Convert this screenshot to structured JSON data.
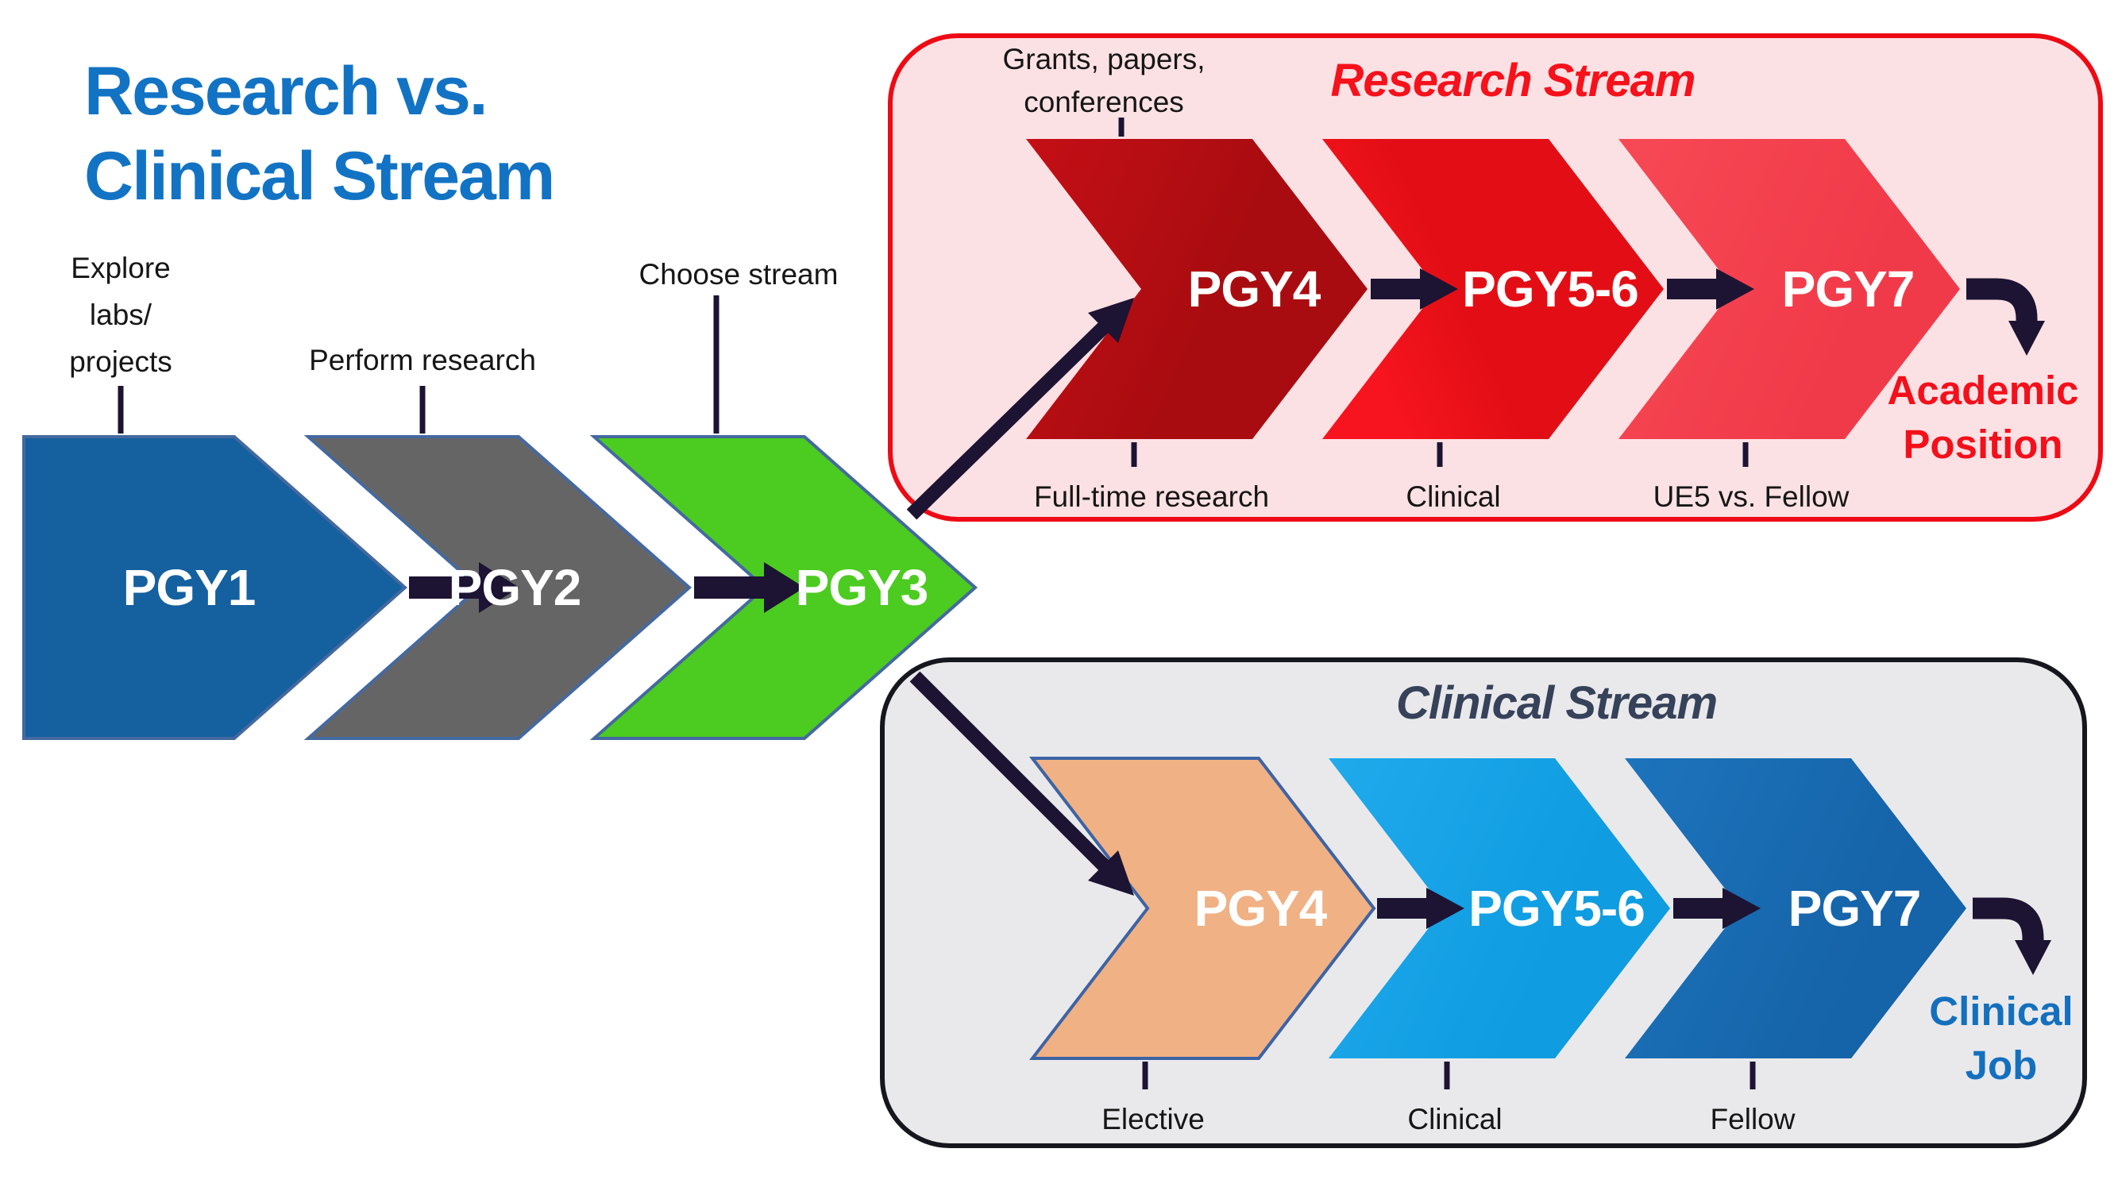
{
  "title": {
    "line1": "Research vs.",
    "line2": "Clinical Stream"
  },
  "main_flow": {
    "steps": [
      {
        "label": "PGY1"
      },
      {
        "label": "PGY2"
      },
      {
        "label": "PGY3"
      }
    ],
    "annotations": {
      "explore_lines": [
        "Explore",
        "labs/",
        "projects"
      ],
      "perform": "Perform research",
      "choose": "Choose stream"
    }
  },
  "research_stream": {
    "title": "Research Stream",
    "top_annotation": [
      "Grants, papers,",
      "conferences"
    ],
    "steps": [
      {
        "label": "PGY4",
        "sublabel": "Full-time research"
      },
      {
        "label": "PGY5-6",
        "sublabel": "Clinical"
      },
      {
        "label": "PGY7",
        "sublabel": "UE5 vs. Fellow"
      }
    ],
    "outcome": [
      "Academic",
      "Position"
    ]
  },
  "clinical_stream": {
    "title": "Clinical Stream",
    "steps": [
      {
        "label": "PGY4",
        "sublabel": "Elective"
      },
      {
        "label": "PGY5-6",
        "sublabel": "Clinical"
      },
      {
        "label": "PGY7",
        "sublabel": "Fellow"
      }
    ],
    "outcome": [
      "Clinical",
      "Job"
    ]
  },
  "colors": {
    "title_blue": "#1273C4",
    "pgy1_blue": "#15609F",
    "pgy2_gray": "#666566",
    "pgy3_green": "#4CCB20",
    "chevron_outline": "#44699F",
    "research_border": "#EE0A14",
    "research_bg": "#FCE1E4",
    "research_pgy4": "#B30D12",
    "research_pgy56": "#E30E15",
    "research_pgy7": "#F4414F",
    "research_accent": "#F3101B",
    "clinical_border": "#16161F",
    "clinical_bg": "#E9E9EB",
    "clinical_pgy4": "#F0B184",
    "clinical_pgy56": "#14A3E8",
    "clinical_pgy7": "#1A6CB4",
    "clinical_title": "#36415A",
    "clinical_accent": "#1470BE",
    "arrow_dark": "#1D1333"
  }
}
